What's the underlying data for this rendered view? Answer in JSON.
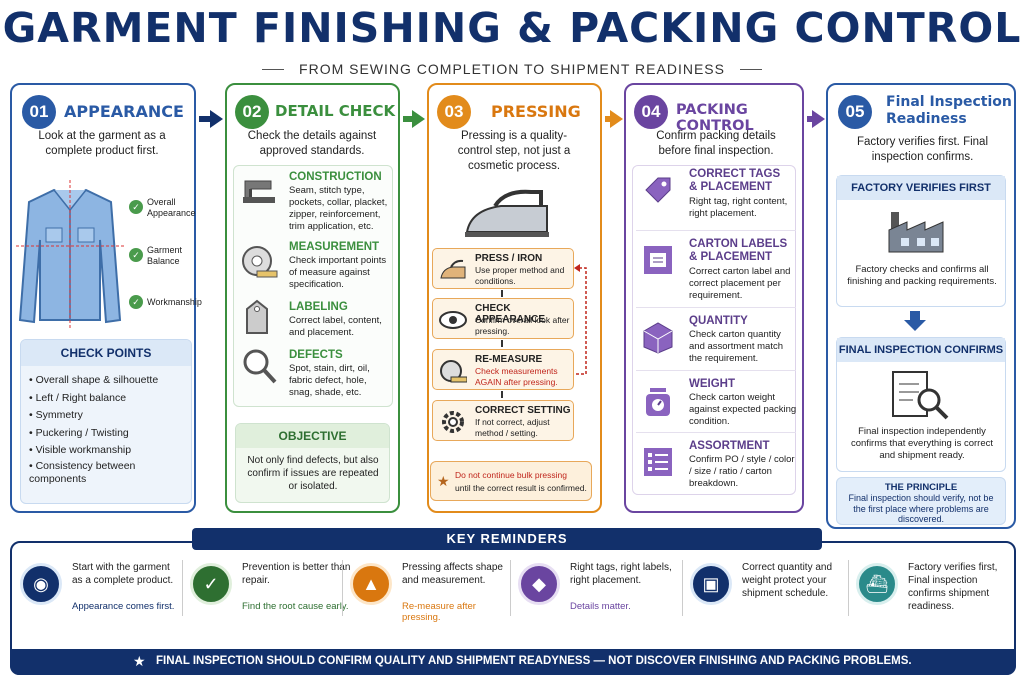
{
  "title": "GARMENT FINISHING & PACKING CONTROL",
  "subtitle": "FROM SEWING COMPLETION TO SHIPMENT READINESS",
  "colors": {
    "navy": "#12306b",
    "blue": "#2a5aa5",
    "green": "#3b8f3e",
    "orange": "#e28b1b",
    "purple": "#6a45a0"
  },
  "p1": {
    "num": "01",
    "head": "APPEARANCE",
    "desc": "Look at the garment as a complete product first.",
    "checks": [
      "Overall Appearance",
      "Garment Balance",
      "Workmanship"
    ],
    "cp_title": "CHECK POINTS",
    "cp_items": [
      "Overall shape & silhouette",
      "Left / Right balance",
      "Symmetry",
      "Puckering / Twisting",
      "Visible workmanship",
      "Consistency between components"
    ]
  },
  "p2": {
    "num": "02",
    "head": "DETAIL CHECK",
    "desc": "Check the details against approved standards.",
    "items": [
      {
        "title": "CONSTRUCTION",
        "text": "Seam, stitch type, pockets, collar, placket, zipper, reinforcement, trim application, etc.",
        "icon": "sewing-machine-icon"
      },
      {
        "title": "MEASUREMENT",
        "text": "Check important points of measure against specification.",
        "icon": "tape-measure-icon"
      },
      {
        "title": "LABELING",
        "text": "Correct label, content, and placement.",
        "icon": "tag-icon"
      },
      {
        "title": "DEFECTS",
        "text": "Spot, stain, dirt, oil, fabric defect, hole, snag, shade, etc.",
        "icon": "magnifier-icon"
      }
    ],
    "obj_title": "OBJECTIVE",
    "obj_text": "Not only find defects, but also confirm if issues are repeated or isolated."
  },
  "p3": {
    "num": "03",
    "head": "PRESSING",
    "desc": "Pressing is a quality-control step, not just a cosmetic process.",
    "steps": [
      {
        "title": "PRESS / IRON",
        "text": "Use proper method and conditions.",
        "icon": "iron-icon"
      },
      {
        "title": "CHECK APPEARANCE",
        "text": "Confirm overall look after pressing.",
        "icon": "eye-icon"
      },
      {
        "title": "RE-MEASURE",
        "text": "Check measurements AGAIN after pressing.",
        "icon": "tape-measure-icon"
      },
      {
        "title": "CORRECT SETTING",
        "text": "If not correct, adjust method / setting.",
        "icon": "gear-icon"
      }
    ],
    "warn1": "Do not continue bulk pressing",
    "warn2": "until the correct result is confirmed."
  },
  "p4": {
    "num": "04",
    "head": "PACKING CONTROL",
    "desc": "Confirm packing details before final inspection.",
    "items": [
      {
        "title1": "CORRECT TAGS",
        "title2": "& PLACEMENT",
        "text": "Right tag, right content, right placement.",
        "icon": "tag-icon"
      },
      {
        "title1": "CARTON LABELS",
        "title2": "& PLACEMENT",
        "text": "Correct carton label and correct placement per requirement.",
        "icon": "label-icon"
      },
      {
        "title1": "QUANTITY",
        "title2": "",
        "text": "Check carton quantity and assortment match the requirement.",
        "icon": "box-icon"
      },
      {
        "title1": "WEIGHT",
        "title2": "",
        "text": "Check carton weight against expected packing condition.",
        "icon": "scale-icon"
      },
      {
        "title1": "ASSORTMENT",
        "title2": "",
        "text": "Confirm PO / style / color / size / ratio / carton breakdown.",
        "icon": "list-icon"
      }
    ]
  },
  "p5": {
    "num": "05",
    "head1": "Final Inspection",
    "head2": "Readiness",
    "desc": "Factory verifies first. Final inspection confirms.",
    "fv_title": "FACTORY VERIFIES FIRST",
    "fv_text": "Factory checks and confirms all finishing and packing requirements.",
    "fi_title": "FINAL INSPECTION CONFIRMS",
    "fi_text": "Final inspection independently confirms that everything is correct and shipment ready.",
    "pr_title": "THE PRINCIPLE",
    "pr_text": "Final inspection should verify, not be the first place where problems are discovered."
  },
  "reminders": {
    "title": "KEY REMINDERS",
    "items": [
      {
        "text": "Start with the garment as a complete product.",
        "hl": "Appearance comes first.",
        "icon": "eye-icon"
      },
      {
        "text": "Prevention is better than repair.",
        "hl": "Find the root cause early.",
        "icon": "shield-check-icon"
      },
      {
        "text": "Pressing affects shape and measurement.",
        "hl": "Re-measure after pressing.",
        "icon": "iron-icon"
      },
      {
        "text": "Right tags, right labels, right placement.",
        "hl": "Details matter.",
        "icon": "tag-icon"
      },
      {
        "text": "Correct quantity and weight protect your shipment schedule.",
        "hl": "",
        "icon": "box-icon"
      },
      {
        "text": "Factory verifies first, Final inspection confirms shipment readiness.",
        "hl": "",
        "icon": "ship-icon"
      }
    ]
  },
  "footer": "FINAL INSPECTION SHOULD CONFIRM QUALITY AND SHIPMENT READYNESS — NOT DISCOVER FINISHING AND PACKING PROBLEMS."
}
